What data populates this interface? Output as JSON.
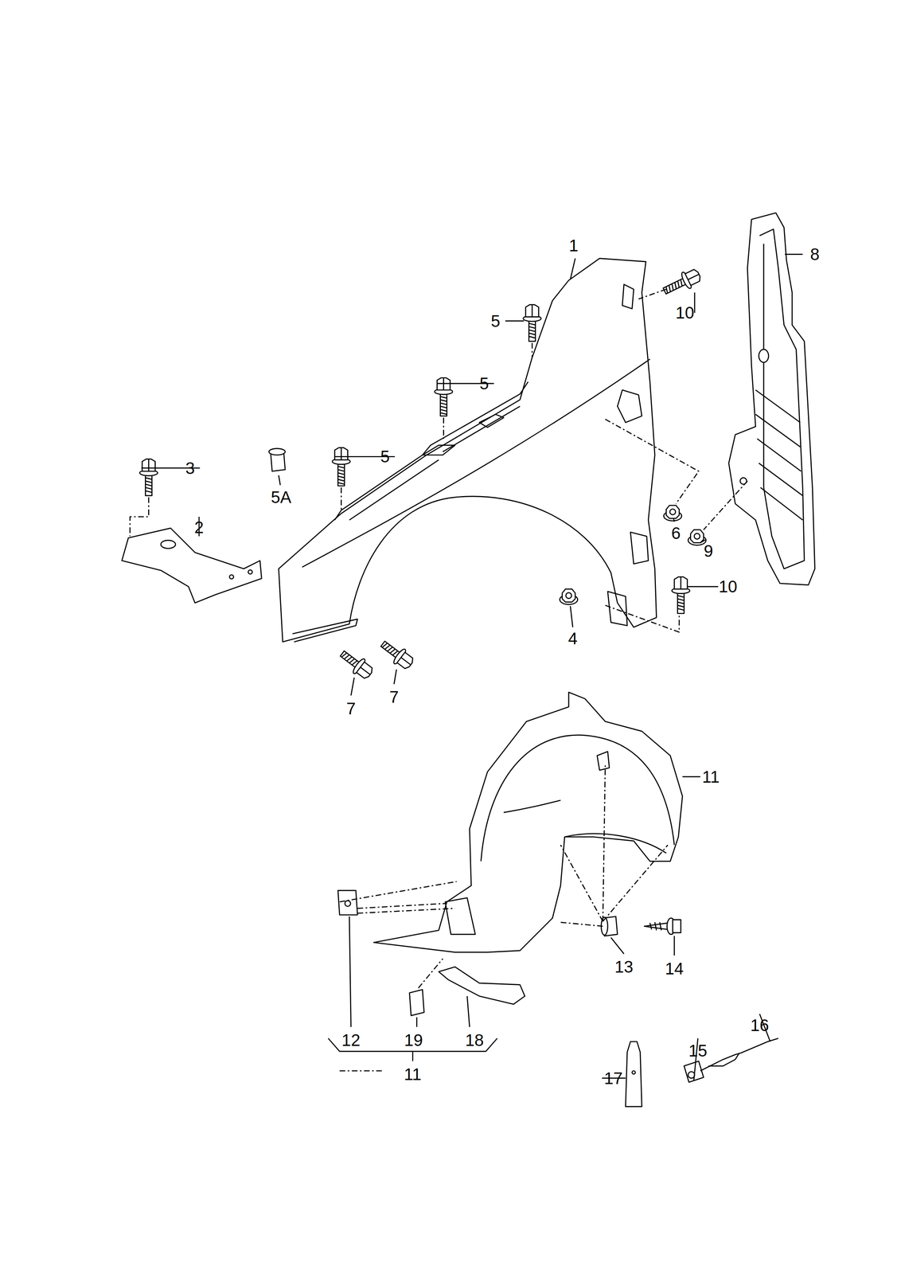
{
  "diagram": {
    "labels": [
      "8",
      "1",
      "10",
      "5",
      "5",
      "3",
      "5",
      "5A",
      "2",
      "6",
      "9",
      "10",
      "4",
      "7",
      "7",
      "11",
      "13",
      "14",
      "16",
      "15",
      "12",
      "19",
      "18",
      "11",
      "17"
    ]
  }
}
